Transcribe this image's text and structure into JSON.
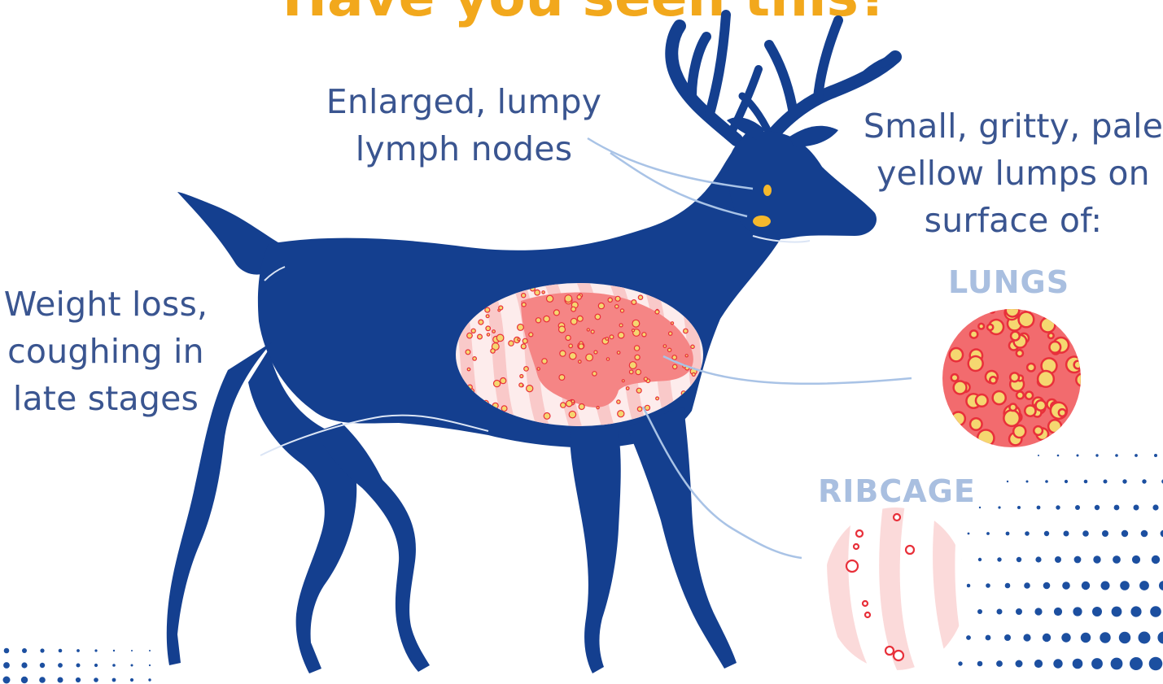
{
  "title": "Have you seen this?",
  "labels": {
    "lymph": [
      "Enlarged, lumpy",
      "lymph nodes"
    ],
    "lumps": [
      "Small, gritty, pale",
      "yellow lumps on",
      "surface of:"
    ],
    "weight": [
      "Weight loss,",
      "coughing in",
      "late stages"
    ]
  },
  "tags": {
    "lungs": "LUNGS",
    "ribcage": "RIBCAGE"
  },
  "colors": {
    "deer": "#143f8f",
    "lung": "#f26b6e",
    "lung_light": "#f7a3a3",
    "rib_stripe": "#fbdada",
    "lump": "#f5d770",
    "lump_ring": "#e8303a",
    "node": "#f5b82c",
    "leader_line": "#a9c3e6",
    "text": "#3a5590",
    "tag": "#a9bfe0",
    "title": "#f2a81c",
    "dots": "#1c4fa0"
  }
}
